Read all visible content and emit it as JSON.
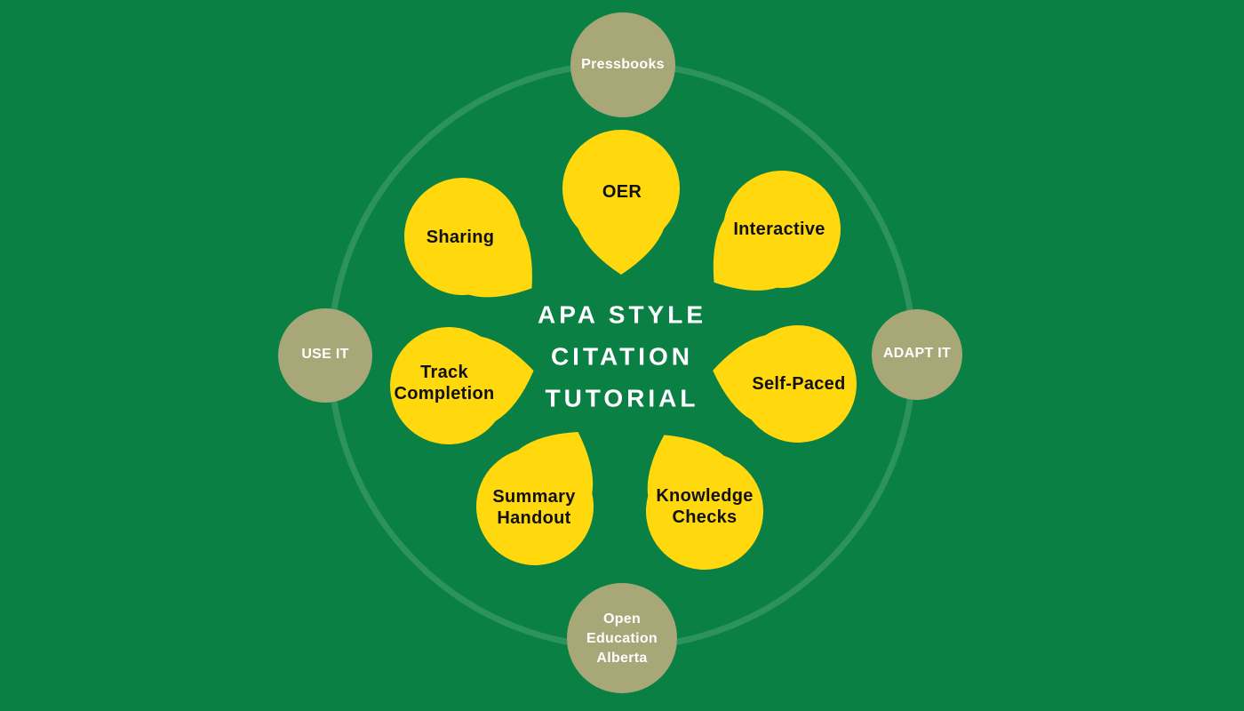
{
  "center": {
    "title_lines": [
      "APA STYLE",
      "CITATION",
      "TUTORIAL"
    ]
  },
  "petals": [
    {
      "label": "OER"
    },
    {
      "label": "Interactive"
    },
    {
      "label": "Self-Paced"
    },
    {
      "label": "Knowledge Checks"
    },
    {
      "label": "Summary Handout"
    },
    {
      "label": "Track Completion"
    },
    {
      "label": "Sharing"
    }
  ],
  "nodes": [
    {
      "label": "Pressbooks"
    },
    {
      "label": "ADAPT IT"
    },
    {
      "label": "Open Education Alberta"
    },
    {
      "label": "USE IT"
    }
  ],
  "colors": {
    "background": "#0a8044",
    "petal": "#ffd80d",
    "node": "#a8a778",
    "ring": "rgba(255,255,255,0.14)",
    "title_text": "#ffffff",
    "petal_text": "#111111",
    "node_text": "#ffffff"
  }
}
